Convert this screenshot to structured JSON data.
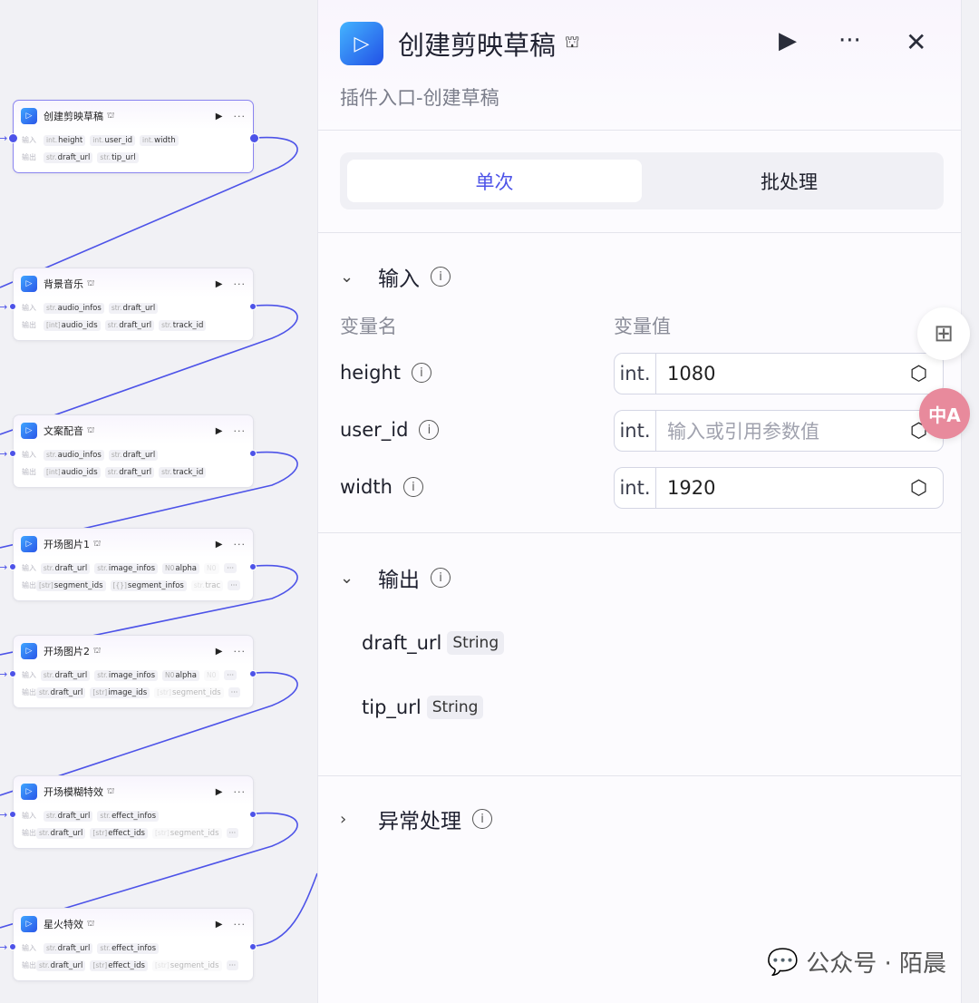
{
  "nodes": [
    {
      "title": "创建剪映草稿",
      "selected": true,
      "inputs": [
        [
          "int.",
          "height"
        ],
        [
          "int.",
          "user_id"
        ],
        [
          "int.",
          "width"
        ]
      ],
      "outputs": [
        [
          "str.",
          "draft_url"
        ],
        [
          "str.",
          "tip_url"
        ]
      ],
      "more_in": false,
      "more_out": false
    },
    {
      "title": "背景音乐",
      "inputs": [
        [
          "str.",
          "audio_infos"
        ],
        [
          "str.",
          "draft_url"
        ]
      ],
      "outputs": [
        [
          "[int]",
          "audio_ids"
        ],
        [
          "str.",
          "draft_url"
        ],
        [
          "str.",
          "track_id"
        ]
      ]
    },
    {
      "title": "文案配音",
      "inputs": [
        [
          "str.",
          "audio_infos"
        ],
        [
          "str.",
          "draft_url"
        ]
      ],
      "outputs": [
        [
          "[int]",
          "audio_ids"
        ],
        [
          "str.",
          "draft_url"
        ],
        [
          "str.",
          "track_id"
        ]
      ]
    },
    {
      "title": "开场图片1",
      "inputs": [
        [
          "str.",
          "draft_url"
        ],
        [
          "str.",
          "image_infos"
        ],
        [
          "N0",
          "alpha"
        ],
        [
          "N0",
          "",
          true
        ]
      ],
      "outputs": [
        [
          "[str]",
          "segment_ids"
        ],
        [
          "[{}]",
          "segment_infos"
        ],
        [
          "str.",
          "trac",
          true
        ]
      ],
      "more_in": true,
      "more_out": true
    },
    {
      "title": "开场图片2",
      "inputs": [
        [
          "str.",
          "draft_url"
        ],
        [
          "str.",
          "image_infos"
        ],
        [
          "N0",
          "alpha"
        ],
        [
          "N0",
          "",
          true
        ]
      ],
      "outputs": [
        [
          "str.",
          "draft_url"
        ],
        [
          "[str]",
          "image_ids"
        ],
        [
          "[str]",
          "segment_ids",
          true
        ]
      ],
      "more_in": true,
      "more_out": true
    },
    {
      "title": "开场模糊特效",
      "inputs": [
        [
          "str.",
          "draft_url"
        ],
        [
          "str.",
          "effect_infos"
        ]
      ],
      "outputs": [
        [
          "str.",
          "draft_url"
        ],
        [
          "[str]",
          "effect_ids"
        ],
        [
          "[str]",
          "segment_ids",
          true
        ]
      ],
      "more_out": true
    },
    {
      "title": "星火特效",
      "inputs": [
        [
          "str.",
          "draft_url"
        ],
        [
          "str.",
          "effect_infos"
        ]
      ],
      "outputs": [
        [
          "str.",
          "draft_url"
        ],
        [
          "[str]",
          "effect_ids"
        ],
        [
          "[str]",
          "segment_ids",
          true
        ]
      ],
      "more_out": true
    }
  ],
  "node_labels": {
    "input": "输入",
    "output": "输出",
    "more": "···"
  },
  "panel": {
    "title": "创建剪映草稿",
    "description": "插件入口-创建草稿",
    "tabs": [
      "单次",
      "批处理"
    ],
    "input_section": "输入",
    "col_name": "变量名",
    "col_value": "变量值",
    "variables": [
      {
        "name": "height",
        "type": "int.",
        "value": "1080"
      },
      {
        "name": "user_id",
        "type": "int.",
        "value": "",
        "placeholder": "输入或引用参数值"
      },
      {
        "name": "width",
        "type": "int.",
        "value": "1920"
      }
    ],
    "output_section": "输出",
    "outputs": [
      {
        "name": "draft_url",
        "type": "String"
      },
      {
        "name": "tip_url",
        "type": "String"
      }
    ],
    "error_section": "异常处理"
  },
  "watermark": "公众号 · 陌晨",
  "colors": {
    "accent": "#4d53e8",
    "translate": "#e88a9c"
  }
}
